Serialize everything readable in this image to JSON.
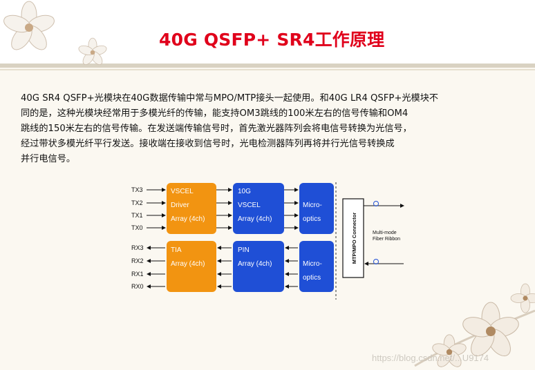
{
  "slide": {
    "title": "40G QSFP+ SR4工作原理",
    "body_lines": [
      "40G SR4 QSFP+光模块在40G数据传输中常与MPO/MTP接头一起使用。和40G LR4 QSFP+光模块不",
      "同的是，这种光模块经常用于多模光纤的传输，能支持OM3跳线的100米左右的信号传输和OM4",
      "跳线的150米左右的信号传输。在发送端传输信号时，首先激光器阵列会将电信号转换为光信号，",
      "经过带状多模光纤平行发送。接收端在接收到信号时，光电检测器阵列再将并行光信号转换成",
      "并行电信号。"
    ],
    "watermark": "https://blog.csdn.net/...U9174"
  },
  "diagram": {
    "tx_signals": [
      "TX3",
      "TX2",
      "TX1",
      "TX0"
    ],
    "rx_signals": [
      "RX3",
      "RX2",
      "RX1",
      "RX0"
    ],
    "tx_driver": [
      "VSCEL",
      "Driver",
      "Array (4ch)"
    ],
    "tx_laser": [
      "10G",
      "VSCEL",
      "Array (4ch)"
    ],
    "tx_optics": [
      "Micro-",
      "optics"
    ],
    "rx_tia": [
      "TIA",
      "Array (4ch)"
    ],
    "rx_pin": [
      "PIN",
      "Array (4ch)"
    ],
    "rx_optics": [
      "Micro-",
      "optics"
    ],
    "connector": "MTP/MPO Connector",
    "fiber_label": [
      "Multi-mode",
      "Fiber Ribbon"
    ],
    "colors": {
      "orange": "#f29411",
      "blue": "#1f4fd6",
      "title_red": "#e0001b"
    }
  }
}
